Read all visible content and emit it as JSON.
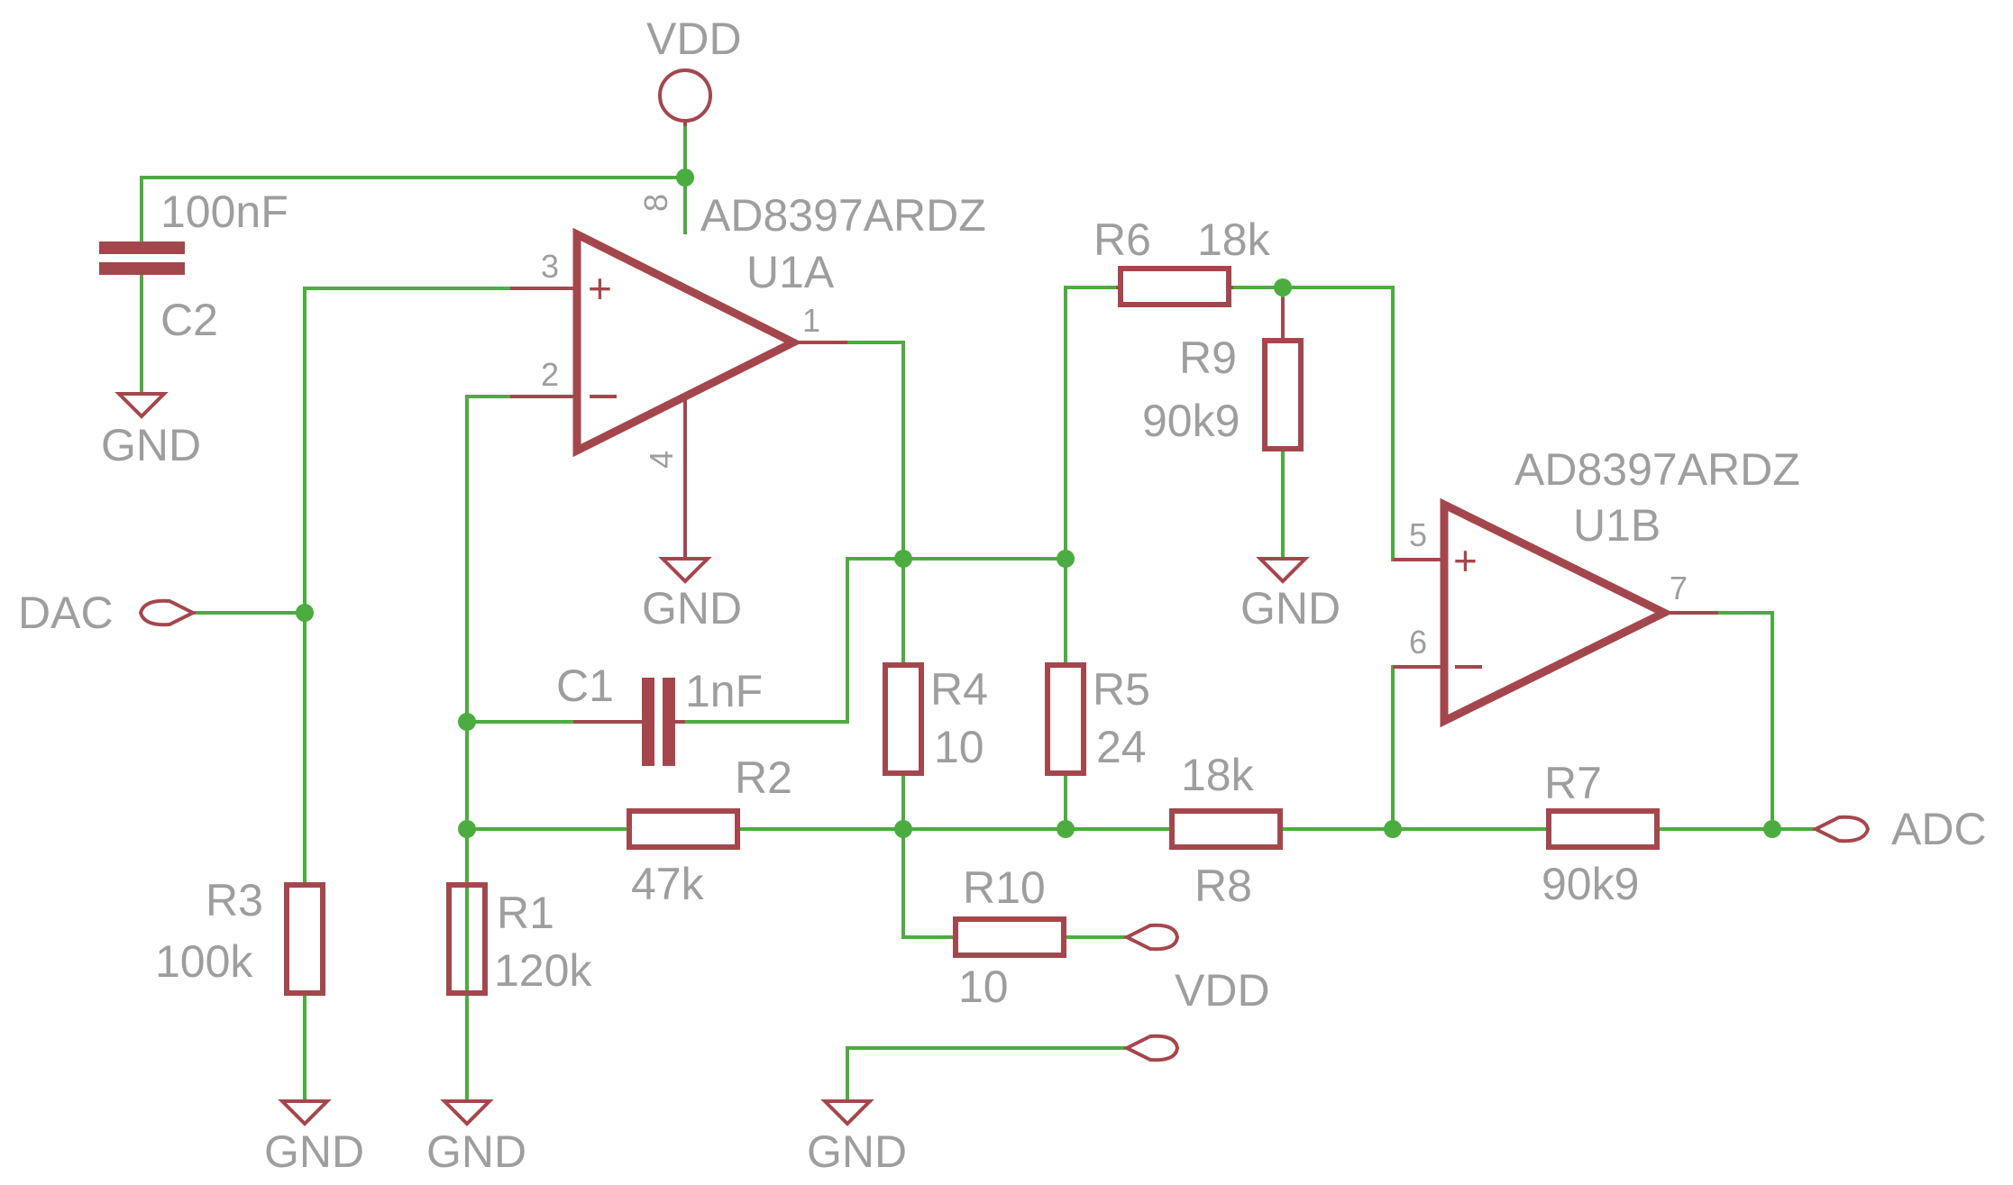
{
  "supplies": {
    "vdd_top": "VDD",
    "vdd_bottom": "VDD",
    "gnd": "GND"
  },
  "ports": {
    "dac": "DAC",
    "adc": "ADC"
  },
  "opamps": [
    {
      "ref": "U1A",
      "part": "AD8397ARDZ",
      "pins": {
        "plus": "3",
        "minus": "2",
        "out": "1",
        "vpos": "8",
        "vneg": "4"
      }
    },
    {
      "ref": "U1B",
      "part": "AD8397ARDZ",
      "pins": {
        "plus": "5",
        "minus": "6",
        "out": "7"
      }
    }
  ],
  "capacitors": [
    {
      "ref": "C1",
      "value": "1nF"
    },
    {
      "ref": "C2",
      "value": "100nF"
    }
  ],
  "resistors": [
    {
      "ref": "R1",
      "value": "120k"
    },
    {
      "ref": "R2",
      "value": "47k"
    },
    {
      "ref": "R3",
      "value": "100k"
    },
    {
      "ref": "R4",
      "value": "10"
    },
    {
      "ref": "R5",
      "value": "24"
    },
    {
      "ref": "R6",
      "value": "18k"
    },
    {
      "ref": "R7",
      "value": "90k9"
    },
    {
      "ref": "R8",
      "value": "18k"
    },
    {
      "ref": "R9",
      "value": "90k9"
    },
    {
      "ref": "R10",
      "value": "10"
    }
  ],
  "colors": {
    "wire": "#4bac3f",
    "component": "#a4474d",
    "label": "#9e9e9e"
  }
}
